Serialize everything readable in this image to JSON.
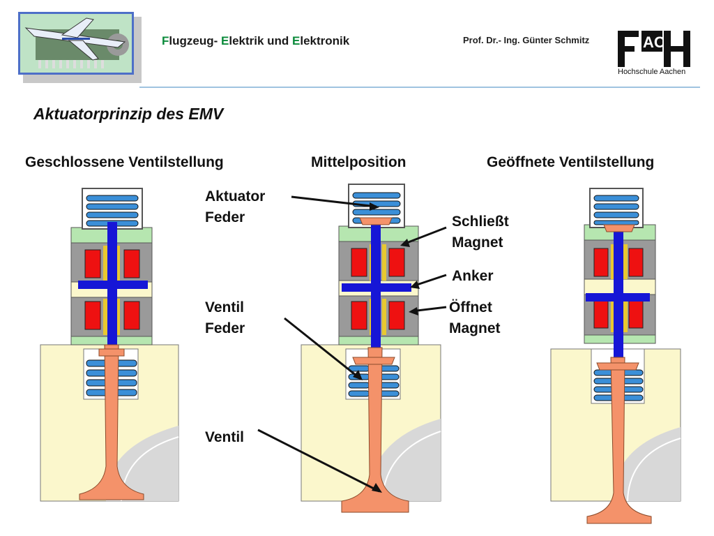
{
  "header": {
    "title_parts": [
      "F",
      "lugzeug- ",
      "E",
      "lektrik und ",
      "E",
      "lektronik"
    ],
    "author": "Prof. Dr.- Ing. Günter Schmitz",
    "institution_sub": "Hochschule Aachen"
  },
  "page_title": "Aktuatorprinzip des EMV",
  "columns": {
    "closed": "Geschlossene Ventilstellung",
    "middle": "Mittelposition",
    "open": "Geöffnete Ventilstellung"
  },
  "labels": {
    "aktuator_feder": [
      "Aktuator",
      "Feder"
    ],
    "ventil_feder": [
      "Ventil",
      "Feder"
    ],
    "ventil": "Ventil",
    "schliesst_magnet": [
      "Schließt",
      "Magnet"
    ],
    "anker": "Anker",
    "oeffnet_magnet": [
      "Öffnet",
      "Magnet"
    ]
  },
  "colors": {
    "spring": "#3b8fd8",
    "stem_blue": "#1616d6",
    "valve_orange": "#f4926a",
    "coil_red": "#ee1111",
    "housing_grey": "#9a9a9a",
    "green": "#b6e6b0",
    "cream": "#fbf7cc",
    "yellow": "#e8c830",
    "head_grey": "#d8d8d8"
  }
}
